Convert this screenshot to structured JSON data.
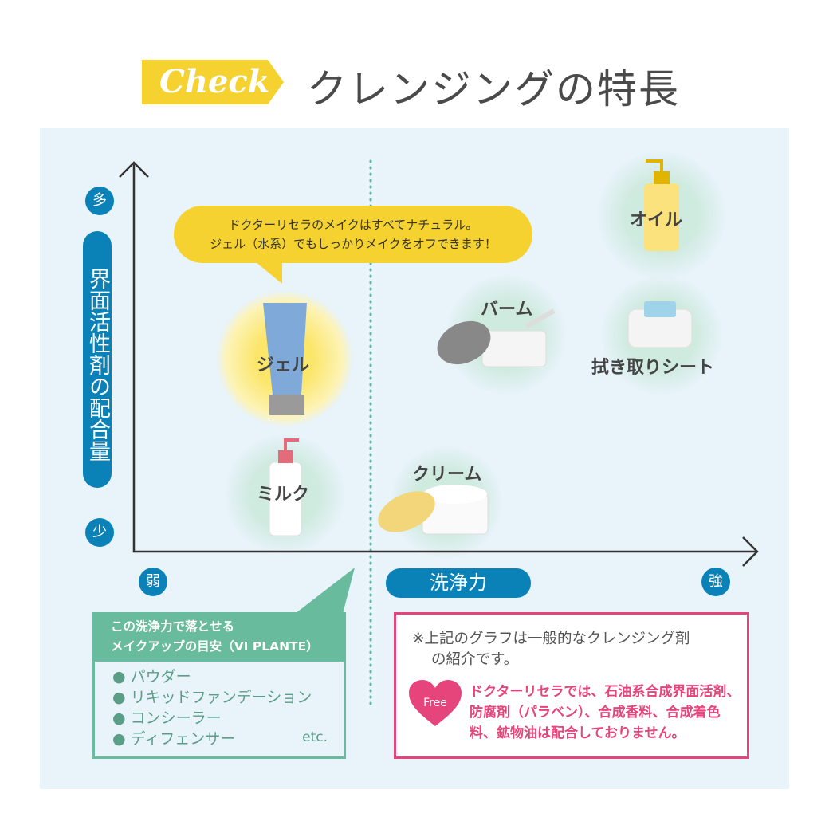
{
  "header": {
    "badge": "Check",
    "title": "クレンジングの特長"
  },
  "axes": {
    "y_label": "界面活性剤の配合量",
    "y_high": "多",
    "y_low": "少",
    "x_label": "洗浄力",
    "x_low": "弱",
    "x_high": "強"
  },
  "bubble": {
    "line1": "ドクターリセラのメイクはすべてナチュラル。",
    "line2": "ジェル（水系）でもしっかりメイクをオフできます！"
  },
  "products": [
    {
      "label": "ジェル"
    },
    {
      "label": "ミルク"
    },
    {
      "label": "バーム"
    },
    {
      "label": "クリーム"
    },
    {
      "label": "オイル"
    },
    {
      "label": "拭き取りシート"
    }
  ],
  "makeup_box": {
    "title1": "この洗浄力で落とせる",
    "title2": "メイクアップの目安（VI PLANTE）",
    "items": [
      "パウダー",
      "リキッドファンデーション",
      "コンシーラー",
      "ディフェンサー"
    ],
    "etc": "etc."
  },
  "note_box": {
    "note1": "※上記のグラフは一般的なクレンジング剤",
    "note2": "の紹介です。",
    "free_badge": "Free",
    "free_text": "ドクターリセラでは、石油系合成界面活剤、防腐剤（パラベン）、合成香料、合成着色料、鉱物油は配合しておりません。"
  }
}
